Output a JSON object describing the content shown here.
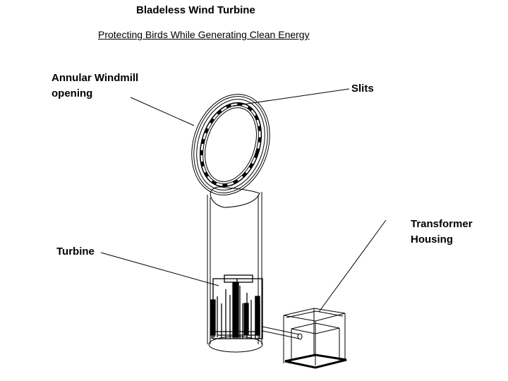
{
  "title": "Bladeless Wind Turbine",
  "subtitle": "Protecting Birds While Generating Clean Energy",
  "labels": {
    "annular_line1": "Annular Windmill",
    "annular_line2": "opening",
    "slits": "Slits",
    "turbine": "Turbine",
    "transformer_line1": "Transformer",
    "transformer_line2": "Housing"
  }
}
